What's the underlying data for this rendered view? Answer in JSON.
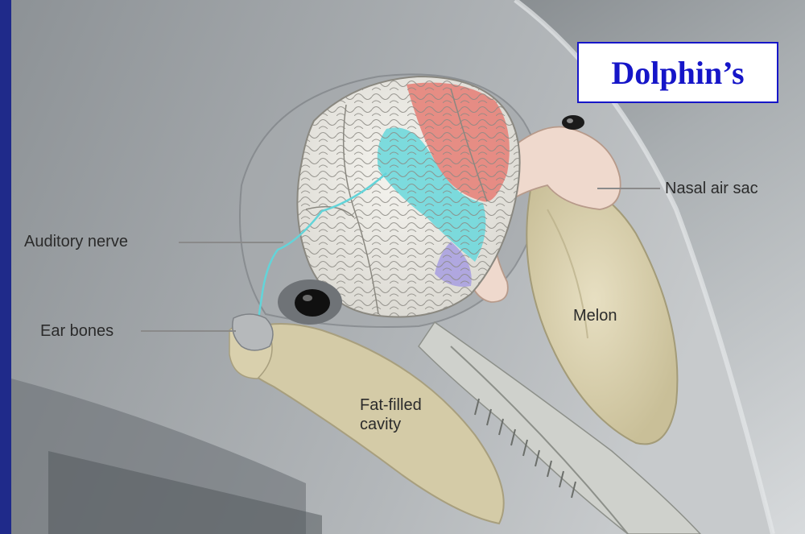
{
  "title": "Dolphin’s",
  "labels": {
    "nasal_air_sac": "Nasal air sac",
    "auditory_nerve": "Auditory nerve",
    "ear_bones": "Ear bones",
    "melon": "Melon",
    "fat_filled_line1": "Fat-filled",
    "fat_filled_line2": "cavity"
  },
  "colors": {
    "slide_border": "#1f2a8a",
    "title_text": "#1515c8",
    "title_border": "#1616c8",
    "brain_red": "#e5837a",
    "brain_cyan": "#6fd8dc",
    "brain_purple": "#a79ee0",
    "melon_fill": "#ddd3b0"
  }
}
